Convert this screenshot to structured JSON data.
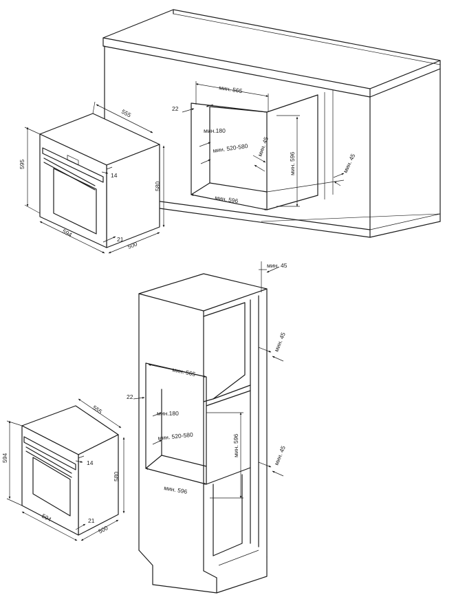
{
  "upper": {
    "oven": {
      "height": "595",
      "depth_total": "555",
      "front_width": "594",
      "front_height": "580",
      "panel_thickness": "14",
      "door_offset": "21",
      "body_depth": "500"
    },
    "niche": {
      "width_min": "мин. 565",
      "top_gap": "22",
      "rear_min": "мин.180",
      "depth_range": "мин. 520-580",
      "vent_min": "мин. 45",
      "height_min": "мин. 596",
      "bottom_width_min": "мин. 596",
      "side_vent_min": "мин. 45"
    }
  },
  "lower": {
    "oven": {
      "height": "594",
      "depth_total": "555",
      "front_width": "594",
      "front_height": "580",
      "panel_thickness": "14",
      "door_offset": "21",
      "body_depth": "500"
    },
    "column": {
      "top_vent_min": "мин. 45",
      "back_vent_upper_min": "мин. 45",
      "width_min": "мин. 565",
      "top_gap": "22",
      "rear_min": "мин.180",
      "depth_range": "мин. 520-580",
      "height_min": "мин. 596",
      "back_vent_lower_min": "мин. 45",
      "bottom_width_min": "мин. 596"
    }
  }
}
